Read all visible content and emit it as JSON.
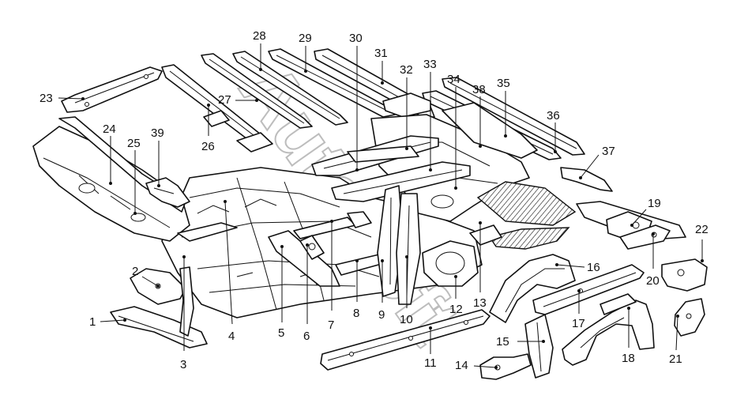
{
  "watermark": "AutoSoft",
  "colors": {
    "ink": "#111111",
    "paper": "#ffffff",
    "watermark": "#bdbdbd"
  },
  "callouts": [
    "1",
    "2",
    "3",
    "4",
    "5",
    "6",
    "7",
    "8",
    "9",
    "10",
    "11",
    "12",
    "13",
    "14",
    "15",
    "16",
    "17",
    "18",
    "19",
    "20",
    "21",
    "22",
    "23",
    "24",
    "25",
    "26",
    "27",
    "28",
    "29",
    "30",
    "31",
    "32",
    "33",
    "34",
    "35",
    "36",
    "37",
    "38",
    "39"
  ]
}
